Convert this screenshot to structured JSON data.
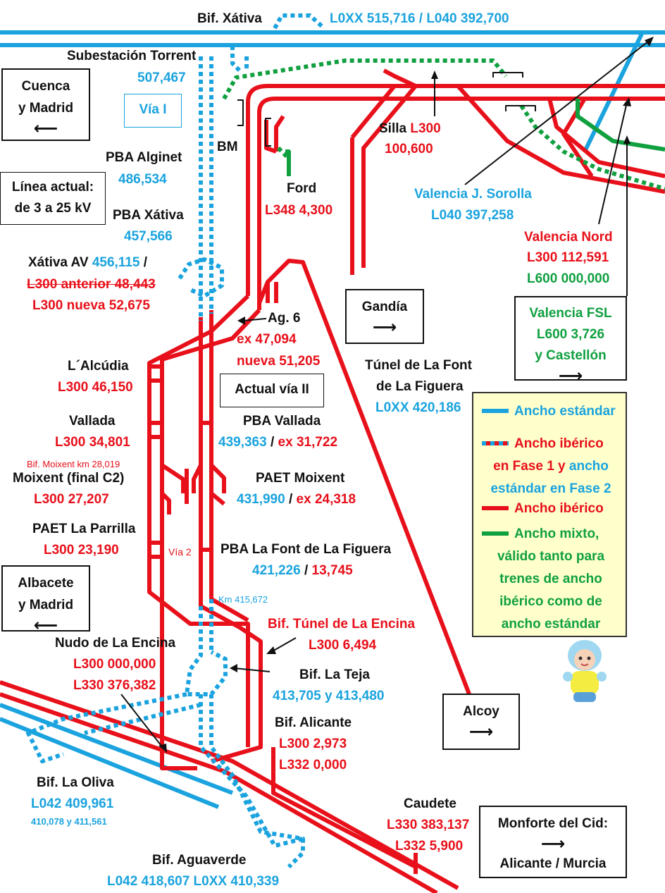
{
  "labels": {
    "bif_xativa_title": "Bif. Xátiva",
    "bif_xativa_pk": "L0XX 515,716 / L040 392,700",
    "subestacion_torrent": "Subestación Torrent",
    "subestacion_pk": "507,467",
    "via_i": "Vía I",
    "bm": "BM",
    "pba_alginet": "PBA Alginet",
    "pba_alginet_pk": "486,534",
    "linea_actual": "Línea actual:",
    "linea_actual_2": "de 3 a 25 kV",
    "pba_xativa": "PBA Xátiva",
    "pba_xativa_pk": "457,566",
    "xativa_av": "Xátiva AV",
    "xativa_av_pk": "456,115",
    "xativa_av_slash": " /",
    "l300_anterior": "L300 anterior 48,443",
    "l300_nueva": "L300 nueva 52,675",
    "ford": "Ford",
    "ford_pk": "L348 4,300",
    "silla": "Silla",
    "silla_line": "L300",
    "silla_pk": "100,600",
    "valencia_js": "Valencia J. Sorolla",
    "valencia_js_pk": "L040 397,258",
    "valencia_nord": "Valencia Nord",
    "valencia_nord_l300": "L300 112,591",
    "valencia_nord_l600": "L600 000,000",
    "ag6": "Ag. 6",
    "ag6_ex": "ex 47,094",
    "ag6_nueva": "nueva 51,205",
    "alcudia": "L´Alcúdia",
    "alcudia_pk": "L300 46,150",
    "actual_via_ii": "Actual vía II",
    "tunel_font": "Túnel de La Font",
    "tunel_font_2": "de La Figuera",
    "tunel_font_pk": "L0XX 420,186",
    "vallada": "Vallada",
    "vallada_pk": "L300 34,801",
    "pba_vallada": "PBA Vallada",
    "pba_vallada_pk1": "439,363",
    "pba_vallada_sep": " / ",
    "pba_vallada_pk2": "ex 31,722",
    "bif_moixent_km": "Bif. Moixent km 28,019",
    "moixent": "Moixent (final C2)",
    "moixent_pk": "L300 27,207",
    "paet_moixent": "PAET Moixent",
    "paet_moixent_pk1": "431,990",
    "paet_moixent_sep": " / ",
    "paet_moixent_pk2": "ex 24,318",
    "paet_parrilla": "PAET La Parrilla",
    "paet_parrilla_pk": "L300 23,190",
    "via2": "Vía 2",
    "pba_font": "PBA La Font de La Figuera",
    "pba_font_pk1": "421,226",
    "pba_font_sep": " / ",
    "pba_font_pk2": "13,745",
    "km_415": "Km 415,672",
    "bif_tunel_encina": "Bif. Túnel de La Encina",
    "bif_tunel_encina_pk": "L300 6,494",
    "nudo_encina": "Nudo de La Encina",
    "nudo_encina_l300": "L300 000,000",
    "nudo_encina_l330": "L330 376,382",
    "bif_teja": "Bif. La Teja",
    "bif_teja_pk": "413,705 y 413,480",
    "bif_alicante": "Bif. Alicante",
    "bif_alicante_l300": "L300 2,973",
    "bif_alicante_l332": "L332 0,000",
    "bif_oliva": "Bif. La Oliva",
    "bif_oliva_pk": "L042 409,961",
    "bif_oliva_pk2": "410,078 y 411,561",
    "caudete": "Caudete",
    "caudete_l330": "L330 383,137",
    "caudete_l332": "L332 5,900",
    "bif_aguaverde": "Bif. Aguaverde",
    "bif_aguaverde_pk": "L042 418,607  L0XX 410,339"
  },
  "boxes": {
    "cuenca": [
      "Cuenca",
      "y Madrid",
      "⟵"
    ],
    "gandia": [
      "Gandía",
      "⟶"
    ],
    "valencia_fsl": [
      "Valencia FSL",
      "L600 3,726",
      "y Castellón",
      "⟶"
    ],
    "albacete": [
      "Albacete",
      "y Madrid",
      "⟵"
    ],
    "alcoy": [
      "Alcoy",
      "⟶"
    ],
    "monforte": [
      "Monforte del Cid:",
      "⟶",
      "Alicante / Murcia"
    ]
  },
  "legend": {
    "standard": "Ancho estándar",
    "phase_1": "Ancho ibérico",
    "phase_2": "en Fase 1 y",
    "phase_3": "ancho",
    "phase_4": "estándar en Fase 2",
    "iberian": "Ancho ibérico",
    "mixed_1": "Ancho mixto,",
    "mixed_2": "válido tanto para",
    "mixed_3": "trenes de ancho",
    "mixed_4": "ibérico como de",
    "mixed_5": "ancho estándar"
  },
  "colors": {
    "iberian": "#e8101a",
    "standard": "#1aa3de",
    "mixed": "#10a040",
    "text": "#111111",
    "legend_bg": "#ffffcc"
  },
  "icons": {
    "mascot": "toddler-figure-icon"
  }
}
